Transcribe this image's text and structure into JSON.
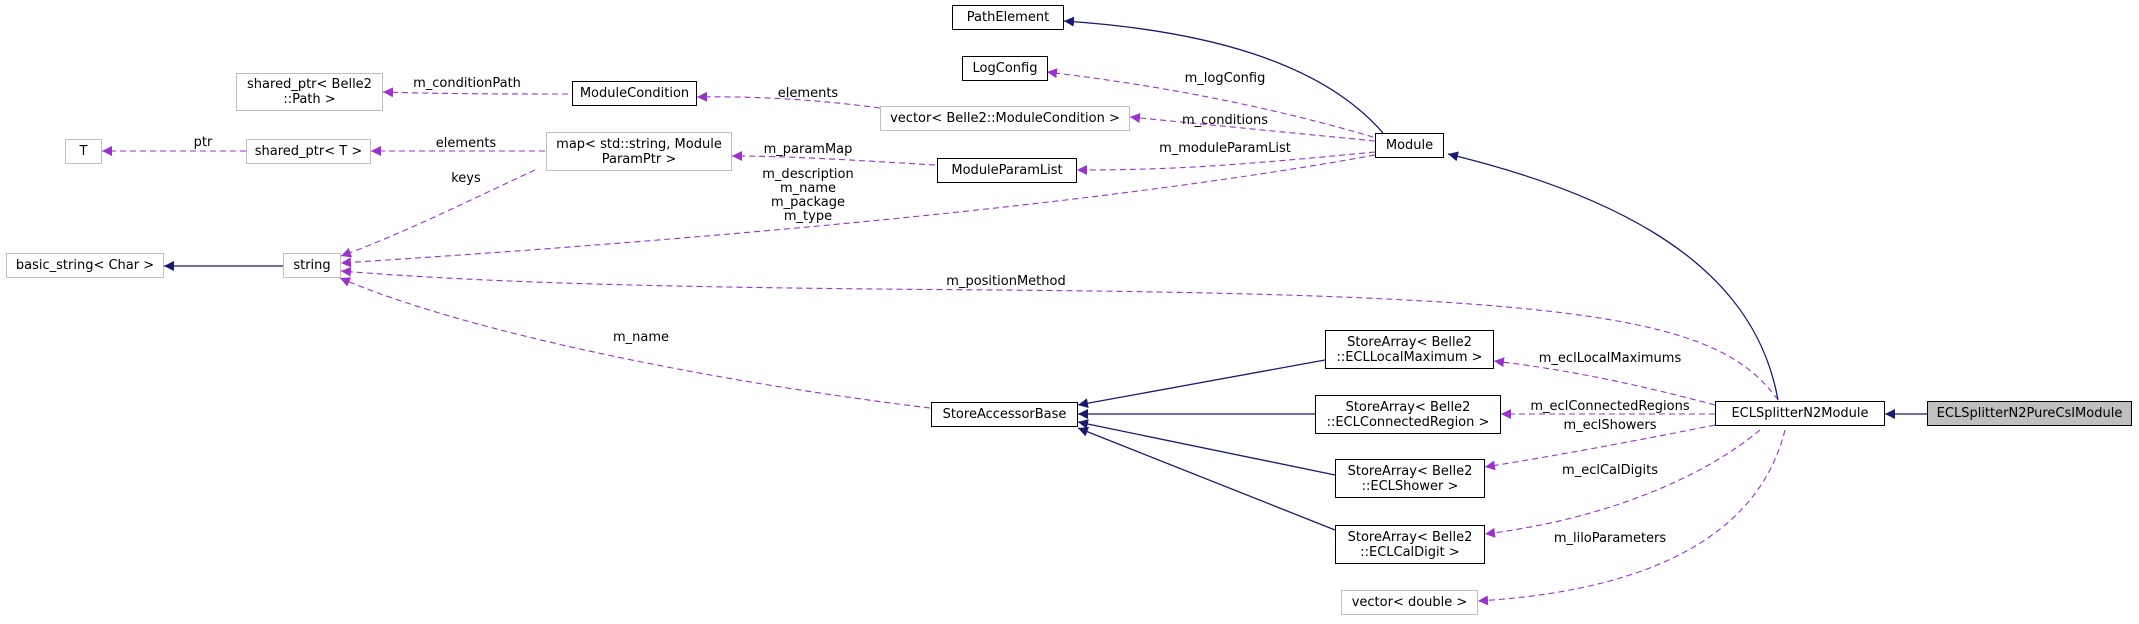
{
  "nodes": {
    "ecl_splitter_n2_pure_csi_module": "ECLSplitterN2PureCsIModule",
    "ecl_splitter_n2_module": "ECLSplitterN2Module",
    "module": "Module",
    "path_element": "PathElement",
    "log_config": "LogConfig",
    "vector_module_condition": "vector< Belle2::ModuleCondition >",
    "module_condition": "ModuleCondition",
    "shared_ptr_path": "shared_ptr< Belle2\n::Path >",
    "module_param_list": "ModuleParamList",
    "map_module_param_ptr": "map< std::string, Module\nParamPtr >",
    "shared_ptr_t": "shared_ptr< T >",
    "t": "T",
    "string": "string",
    "basic_string_char": "basic_string< Char >",
    "store_accessor_base": "StoreAccessorBase",
    "store_array_local_maximum": "StoreArray< Belle2\n::ECLLocalMaximum >",
    "store_array_connected_region": "StoreArray< Belle2\n::ECLConnectedRegion >",
    "store_array_shower": "StoreArray< Belle2\n::ECLShower >",
    "store_array_cal_digit": "StoreArray< Belle2\n::ECLCalDigit >",
    "vector_double": "vector< double >"
  },
  "edge_labels": {
    "m_log_config": "m_logConfig",
    "m_conditions": "m_conditions",
    "m_condition_path": "m_conditionPath",
    "elements_condition": "elements",
    "m_param_map": "m_paramMap",
    "m_module_param_list": "m_moduleParamList",
    "elements_shared": "elements",
    "ptr": "ptr",
    "keys": "keys",
    "m_description_group": "m_description\nm_name\nm_package\nm_type",
    "m_position_method": "m_positionMethod",
    "m_name": "m_name",
    "m_ecl_local_maximums": "m_eclLocalMaximums",
    "m_ecl_connected_regions": "m_eclConnectedRegions",
    "m_ecl_showers": "m_eclShowers",
    "m_ecl_cal_digits": "m_eclCalDigits",
    "m_lilo_parameters": "m_liloParameters"
  },
  "colors": {
    "inheritance_edge": "#191970",
    "usage_edge": "#9a32cd",
    "focus_fill": "#bfbfbf",
    "gray_border": "#bfbfbf"
  }
}
